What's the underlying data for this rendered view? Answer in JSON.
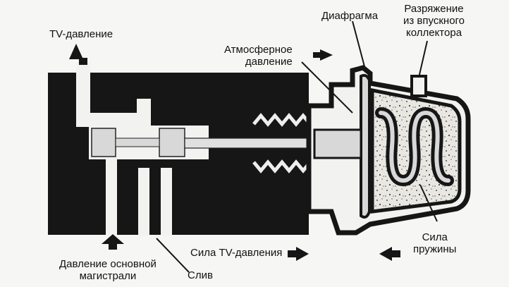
{
  "labels": {
    "tv_pressure": "TV-давление",
    "diaphragm": "Диафрагма",
    "vacuum": [
      "Разряжение",
      "из впускного",
      "коллектора"
    ],
    "atmospheric": [
      "Атмосферное",
      "давление"
    ],
    "spring_force": [
      "Сила",
      "пружины"
    ],
    "tv_force": "Сила TV-давления",
    "main_line": [
      "Давление основной",
      "магистрали"
    ],
    "drain": "Слив"
  },
  "colors": {
    "body": "#161616",
    "passage": "#f2f2f0",
    "spool": "#d8d8d8",
    "chamber": "#e9e7e2",
    "background": "#f6f6f4"
  }
}
